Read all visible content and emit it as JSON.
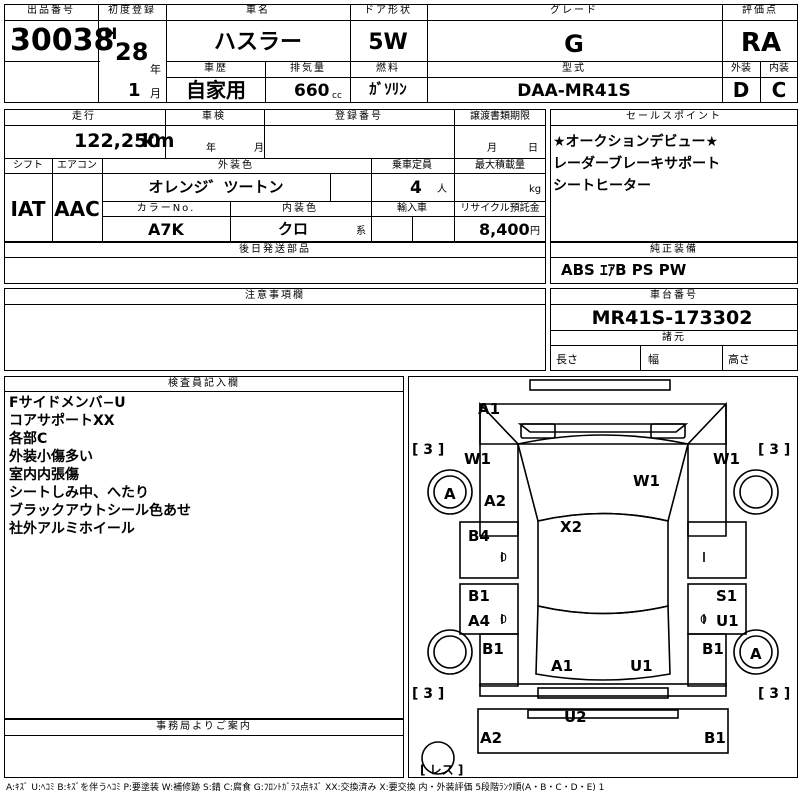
{
  "header": {
    "lot_label": "出品番号",
    "lot_no": "30038",
    "reg_label": "初度登録",
    "era": "H",
    "year": "28",
    "year_unit": "年",
    "month": "1",
    "month_unit": "月",
    "name_label": "車名",
    "name": "ハスラー",
    "door_label": "ドア形状",
    "door": "5W",
    "grade_label": "グレード",
    "grade": "G",
    "score_label": "評価点",
    "score": "RA",
    "history_label": "車歴",
    "history": "自家用",
    "disp_label": "排気量",
    "disp": "660",
    "disp_unit": "cc",
    "fuel_label": "燃料",
    "fuel": "ｶﾞｿﾘﾝ",
    "model_label": "型式",
    "model": "DAA-MR41S",
    "ext_label": "外装",
    "ext_grade": "D",
    "int_label": "内装",
    "int_grade": "C"
  },
  "row2": {
    "mileage_label": "走行",
    "mileage": "122,250",
    "mileage_unit": "km",
    "inspection_label": "車検",
    "insp_year_unit": "年",
    "insp_month_unit": "月",
    "regno_label": "登録番号",
    "transfer_label": "譲渡書類期限",
    "transfer_month_unit": "月",
    "transfer_day_unit": "日",
    "shift_label": "シフト",
    "shift": "IAT",
    "ac_label": "エアコン",
    "ac": "AAC",
    "color_label": "外装色",
    "color": "オレンジ゛ツートン",
    "capacity_label": "乗車定員",
    "capacity": "4",
    "capacity_unit": "人",
    "load_label": "最大積載量",
    "load_unit": "kg",
    "colorno_label": "カラーNo.",
    "colorno": "A7K",
    "intcolor_label": "内装色",
    "intcolor": "クロ",
    "intcolor_unit": "系",
    "import_label": "輸入車",
    "recycle_label": "リサイクル預託金",
    "recycle": "8,400",
    "recycle_unit": "円"
  },
  "sales": {
    "label": "セールスポイント",
    "points": [
      "★オークションデビュー★",
      "レーダーブレーキサポート",
      "シートヒーター"
    ]
  },
  "later_parts_label": "後日発送部品",
  "genuine": {
    "label": "純正装備",
    "items": "ABS ｴｱB PS PW"
  },
  "caution_label": "注意事項欄",
  "chassis": {
    "label": "車台番号",
    "number": "MR41S-173302",
    "dims_label": "諸元",
    "length_label": "長さ",
    "width_label": "幅",
    "height_label": "高さ"
  },
  "inspector": {
    "label": "検査員記入欄",
    "notes": [
      "Fサイドメンバ−U",
      "コアサポートXX",
      "各部C",
      "外装小傷多い",
      "室内内張傷",
      "シートしみ中、へたり",
      "ブラックアウトシール色あせ",
      "社外アルミホイール"
    ]
  },
  "office_label": "事務局よりご案内",
  "diagram": {
    "marks": {
      "a1_top": "A1",
      "w1_left": "W1",
      "w1_right": "W1",
      "w1_roof": "W1",
      "a2_front": "A2",
      "a_wheel_fl": "A",
      "x2": "X2",
      "b4": "B4",
      "zero_l1": "0",
      "b1_left": "B1",
      "a4": "A4",
      "s1": "S1",
      "u1_right": "U1",
      "zero_l2": "0",
      "zero_r": "0",
      "b1_rear_left": "B1",
      "b1_rear_right": "B1",
      "a_wheel_rr": "A",
      "a1_rear": "A1",
      "u1_rear": "U1",
      "u2": "U2",
      "a2_bottom": "A2",
      "b1_bottom": "B1"
    },
    "tread": [
      "[ 3 ]",
      "[ 3 ]",
      "[ 3 ]",
      "[ 3 ]"
    ],
    "spare": "[ レス ]"
  },
  "legend": "A:ｷｽﾞ U:ﾍｺﾐ B:ｷｽﾞを伴うﾍｺﾐ P:要塗装 W:補修跡 S:錆 C:腐食 G:ﾌﾛﾝﾄｶﾞﾗｽ点ｷｽﾞ XX:交換済み X:要交換 内・外装評価 5段階ﾗﾝｸ順(A・B・C・D・E) 1"
}
